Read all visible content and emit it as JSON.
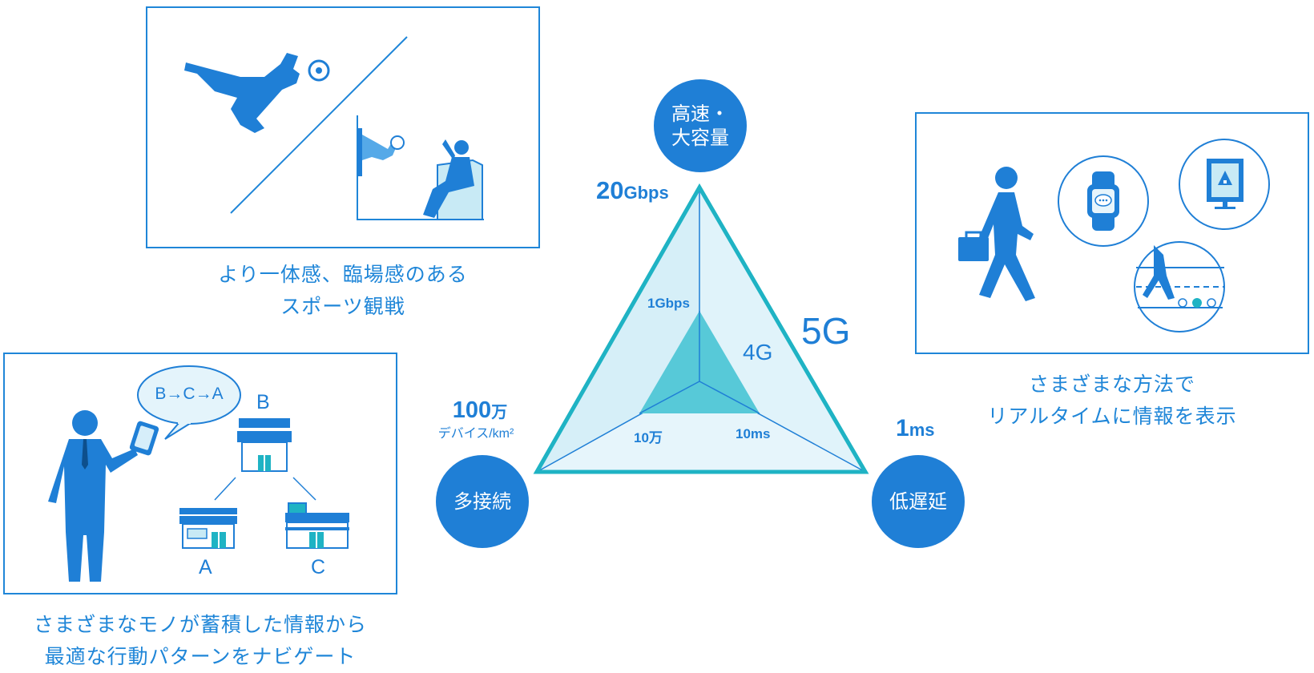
{
  "center": {
    "axis_top": {
      "label_line1": "高速・",
      "label_line2": "大容量",
      "value_num": "20",
      "value_unit": "Gbps",
      "inner_value": "1Gbps"
    },
    "axis_left": {
      "label": "多接続",
      "value_num": "100",
      "value_unit": "万",
      "value_sub": "デバイス/km²",
      "inner_value": "10万"
    },
    "axis_right": {
      "label": "低遅延",
      "value_num": "1",
      "value_unit": "ms",
      "inner_value": "10ms"
    },
    "outer_label": "5G",
    "inner_label": "4G",
    "colors": {
      "accent": "#1f7fd6",
      "triangle_outline": "#1fb3c4",
      "inner_fill": "#57c9d8",
      "outer_fill": "#e4f4fb"
    }
  },
  "panels": {
    "sports": {
      "caption_line1": "より一体感、臨場感のある",
      "caption_line2": "スポーツ観戦"
    },
    "realtime": {
      "caption_line1": "さまざまな方法で",
      "caption_line2": "リアルタイムに情報を表示"
    },
    "navigate": {
      "bubble": "B→C→A",
      "store_b": "B",
      "store_a": "A",
      "store_c": "C",
      "caption_line1": "さまざまなモノが蓄積した情報から",
      "caption_line2": "最適な行動パターンをナビゲート"
    }
  }
}
